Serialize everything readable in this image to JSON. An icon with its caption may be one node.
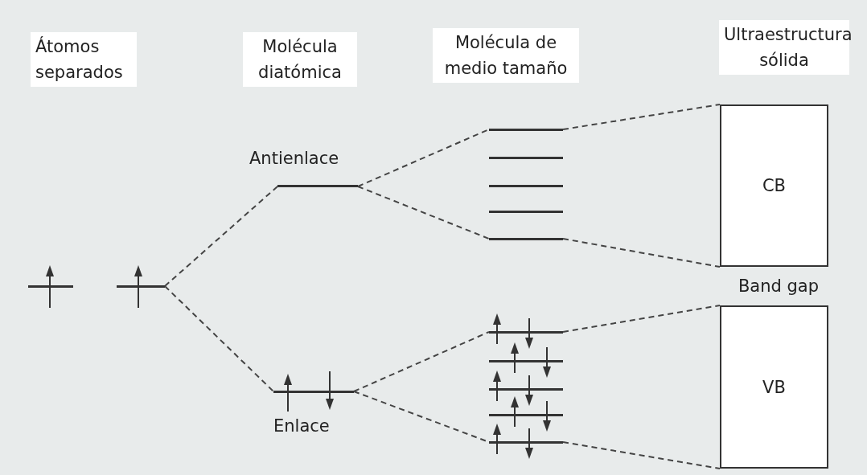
{
  "diagram": {
    "nodes": [
      {
        "text": [],
        "shape": "bar"
      },
      {
        "text": [],
        "shape": "bar"
      },
      {
        "text": [
          "Antienlace"
        ]
      },
      {
        "text": [
          "Enlace"
        ]
      },
      {
        "text": [],
        "shape": "bar"
      },
      {
        "text": [],
        "shape": "bar"
      },
      {
        "text": [],
        "shape": "bar"
      },
      {
        "text": [],
        "shape": "bar"
      },
      {
        "text": [],
        "shape": "bar"
      },
      {
        "text": [],
        "shape": "bar"
      },
      {
        "text": [],
        "shape": "bar"
      },
      {
        "text": [],
        "shape": "bar"
      },
      {
        "text": [],
        "shape": "bar"
      },
      {
        "text": [],
        "shape": "bar"
      },
      {
        "text": [
          "CB"
        ]
      },
      {
        "text": [
          "VB"
        ]
      }
    ],
    "edges": [
      {
        "from": 1,
        "to": 2,
        "arrow": "none",
        "style": "dashed"
      },
      {
        "from": 1,
        "to": 3,
        "arrow": "none",
        "style": "dashed"
      },
      {
        "from": 2,
        "to": 4,
        "arrow": "none",
        "style": "dashed"
      },
      {
        "from": 2,
        "to": 8,
        "arrow": "none",
        "style": "dashed"
      },
      {
        "from": 3,
        "to": 9,
        "arrow": "none",
        "style": "dashed"
      },
      {
        "from": 3,
        "to": 13,
        "arrow": "none",
        "style": "dashed"
      },
      {
        "from": 4,
        "to": 14,
        "arrow": "none",
        "style": "dashed"
      },
      {
        "from": 8,
        "to": 14,
        "arrow": "none",
        "style": "dashed"
      },
      {
        "from": 9,
        "to": 15,
        "arrow": "none",
        "style": "dashed"
      },
      {
        "from": 13,
        "to": 15,
        "arrow": "none",
        "style": "dashed"
      }
    ],
    "labels": [
      "Átomos separados",
      "Molécula diatómica",
      "Molécula de medio tamaño",
      "Ultraestructura sólida",
      "Band gap"
    ]
  }
}
